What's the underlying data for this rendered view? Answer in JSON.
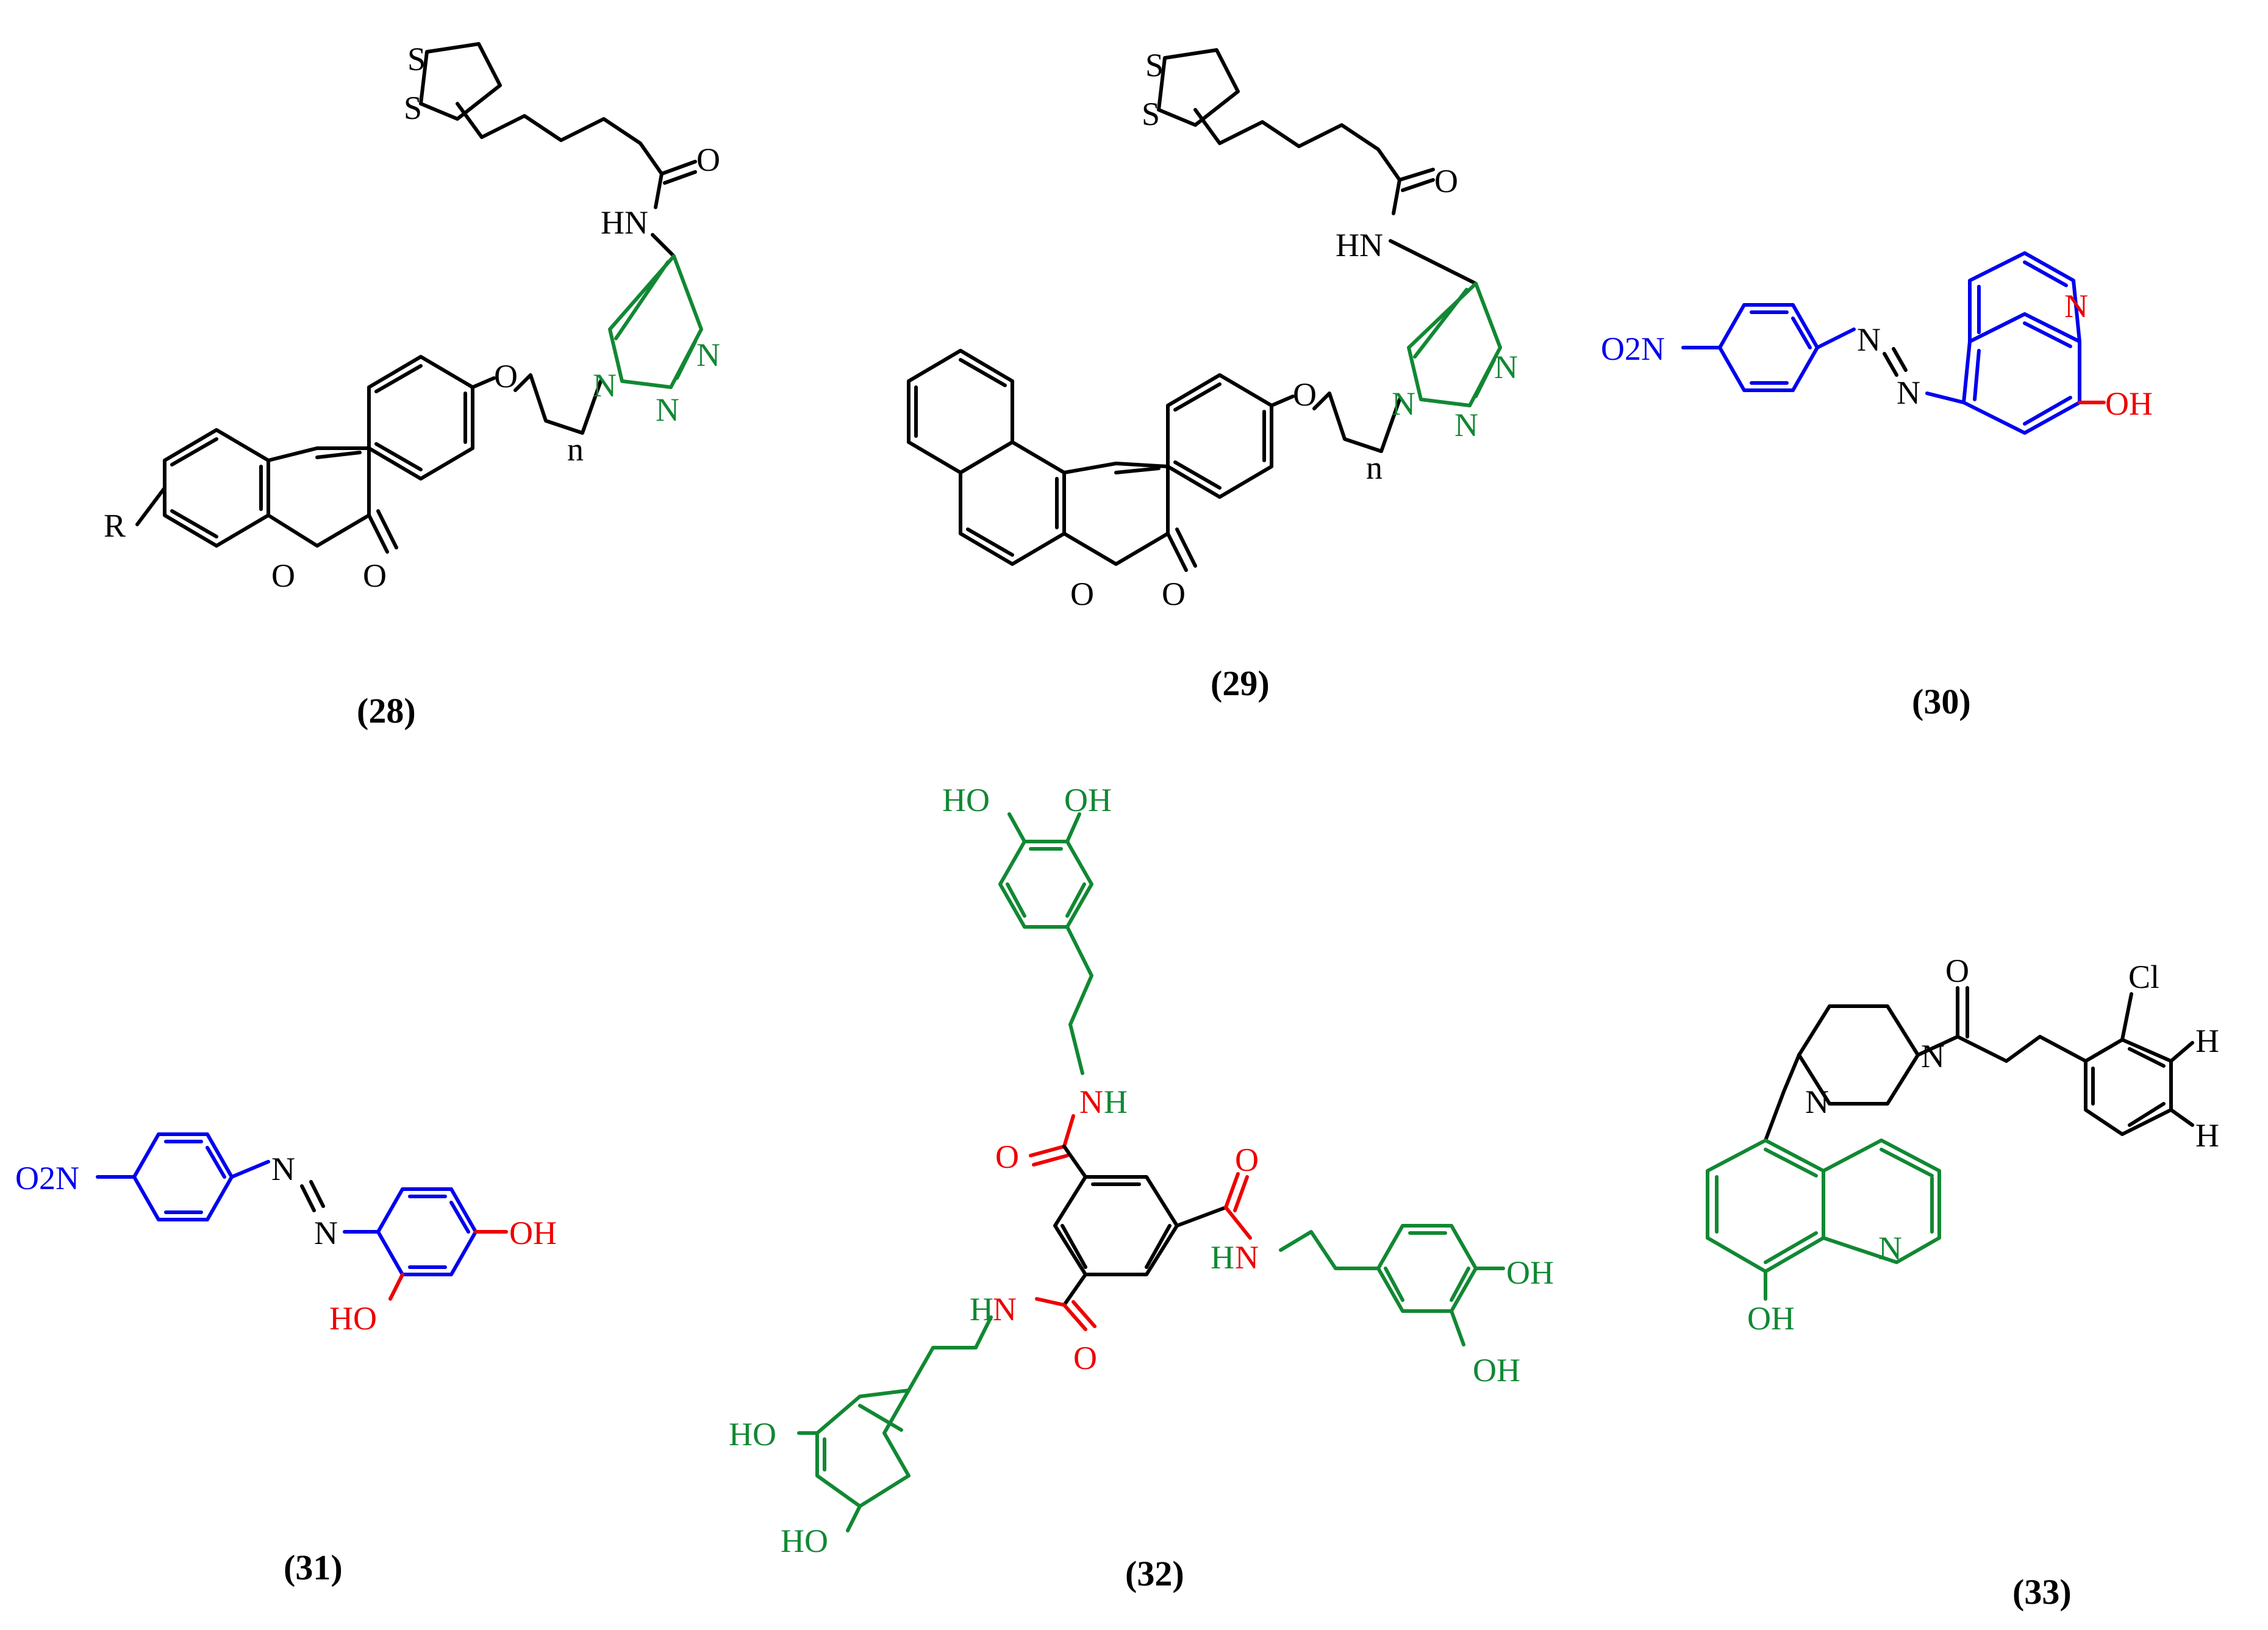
{
  "colors": {
    "black": "#000000",
    "blue": "#0000ee",
    "green": "#118833",
    "red": "#ee0000",
    "background": "#ffffff"
  },
  "compounds": [
    {
      "label": "(28)"
    },
    {
      "label": "(29)"
    },
    {
      "label": "(30)"
    },
    {
      "label": "(31)"
    },
    {
      "label": "(32)"
    },
    {
      "label": "(33)"
    }
  ],
  "atoms": {
    "S": "S",
    "O": "O",
    "N": "N",
    "R": "R",
    "n": "n",
    "HN": "HN",
    "NH": "NH",
    "HO": "HO",
    "OH": "OH",
    "O2N": "O2N",
    "Cl": "Cl",
    "H": "H"
  }
}
